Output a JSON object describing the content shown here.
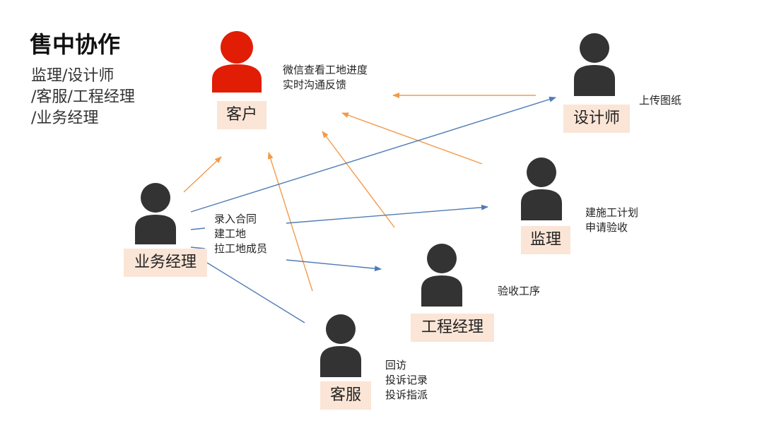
{
  "page": {
    "title": "售中协作",
    "subtitle_lines": [
      "监理/设计师",
      "/客服/工程经理",
      "/业务经理"
    ]
  },
  "nodes": {
    "customer": {
      "label": "客户",
      "color": "#e11d06",
      "notes": [
        "微信查看工地进度",
        "实时沟通反馈"
      ]
    },
    "designer": {
      "label": "设计师",
      "color": "#333333",
      "notes": [
        "上传图纸"
      ]
    },
    "supervisor": {
      "label": "监理",
      "color": "#333333",
      "notes": [
        "建施工计划",
        "申请验收"
      ]
    },
    "sales": {
      "label": "业务经理",
      "color": "#333333",
      "notes": [
        "录入合同",
        "建工地",
        "拉工地成员"
      ]
    },
    "project": {
      "label": "工程经理",
      "color": "#333333",
      "notes": [
        "验收工序"
      ]
    },
    "service": {
      "label": "客服",
      "color": "#333333",
      "notes": [
        "回访",
        "投诉记录",
        "投诉指派"
      ]
    }
  },
  "colors": {
    "orange_arrow": "#f39a4a",
    "blue_arrow": "#4f7cb5",
    "label_bg": "#fbe5d6"
  }
}
